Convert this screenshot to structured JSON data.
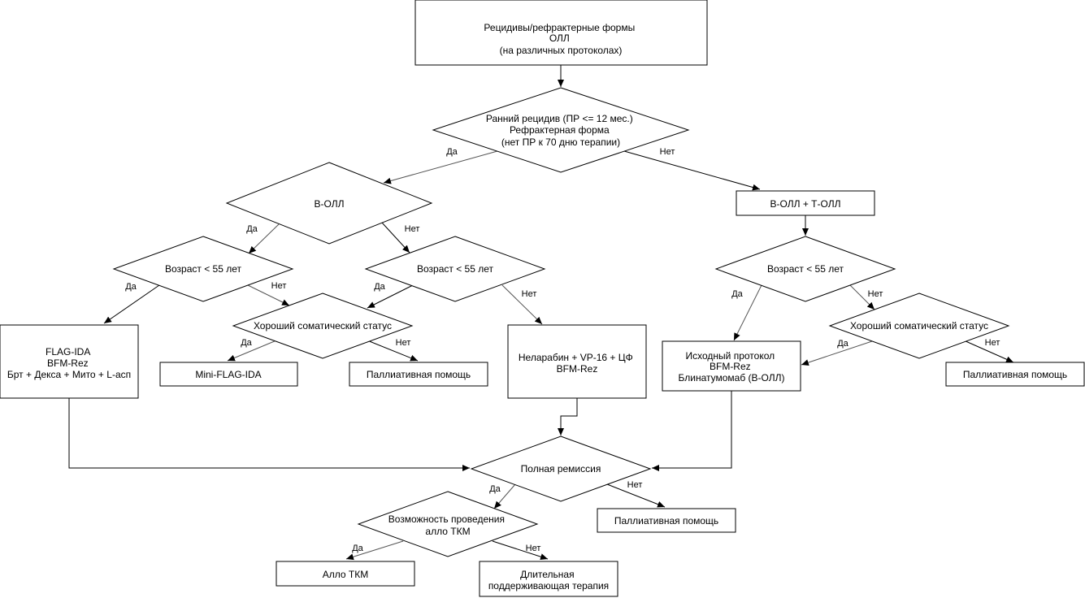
{
  "colors": {
    "stroke": "#000000",
    "fill": "#ffffff",
    "edge": "#000000"
  },
  "nodes": {
    "start": {
      "lines": [
        "Рецидивы/рефрактерные формы",
        "ОЛЛ",
        "(на различных протоколах)"
      ]
    },
    "early_relapse": {
      "lines": [
        "Ранний рецидив (ПР <= 12 мес.)",
        "Рефрактерная форма",
        "(нет ПР к 70 дню терапии)"
      ]
    },
    "b_all": {
      "lines": [
        "В-ОЛЛ"
      ]
    },
    "bt_all": {
      "lines": [
        "В-ОЛЛ + Т-ОЛЛ"
      ]
    },
    "age_b_yes": {
      "lines": [
        "Возраст < 55 лет"
      ]
    },
    "age_b_no": {
      "lines": [
        "Возраст < 55 лет"
      ]
    },
    "age_late": {
      "lines": [
        "Возраст < 55 лет"
      ]
    },
    "flag_ida": {
      "lines": [
        "FLAG-IDA",
        "BFM-Rez",
        "Брт + Декса + Мито + L-асп"
      ]
    },
    "somatic_1": {
      "lines": [
        "Хороший соматический статус"
      ]
    },
    "mini_flag": {
      "lines": [
        "Mini-FLAG-IDA"
      ]
    },
    "palliative_1": {
      "lines": [
        "Паллиативная помощь"
      ]
    },
    "nelarabine": {
      "lines": [
        "Неларабин + VP-16 + ЦФ",
        "BFM-Rez"
      ]
    },
    "initial_protocol": {
      "lines": [
        "Исходный протокол",
        "BFM-Rez",
        "Блинатумомаб (В-ОЛЛ)"
      ]
    },
    "somatic_2": {
      "lines": [
        "Хороший соматический статус"
      ]
    },
    "palliative_2": {
      "lines": [
        "Паллиативная помощь"
      ]
    },
    "remission": {
      "lines": [
        "Полная ремиссия"
      ]
    },
    "allo_possible": {
      "lines": [
        "Возможность проведения",
        "алло ТКМ"
      ]
    },
    "palliative_3": {
      "lines": [
        "Паллиативная помощь"
      ]
    },
    "allo_tkm": {
      "lines": [
        "Алло ТКМ"
      ]
    },
    "maintenance": {
      "lines": [
        "Длительная",
        "поддерживающая терапия"
      ]
    }
  },
  "edge_labels": {
    "early_yes": "Да",
    "early_no": "Нет",
    "b_yes": "Да",
    "b_no": "Нет",
    "age1_yes": "Да",
    "age1_no": "Нет",
    "age2_yes": "Да",
    "age2_no": "Нет",
    "som1_yes": "Да",
    "som1_no": "Нет",
    "age3_yes": "Да",
    "age3_no": "Нет",
    "som2_yes": "Да",
    "som2_no": "Нет",
    "rem_yes": "Да",
    "rem_no": "Нет",
    "allo_yes": "Да",
    "allo_no": "Нет"
  }
}
